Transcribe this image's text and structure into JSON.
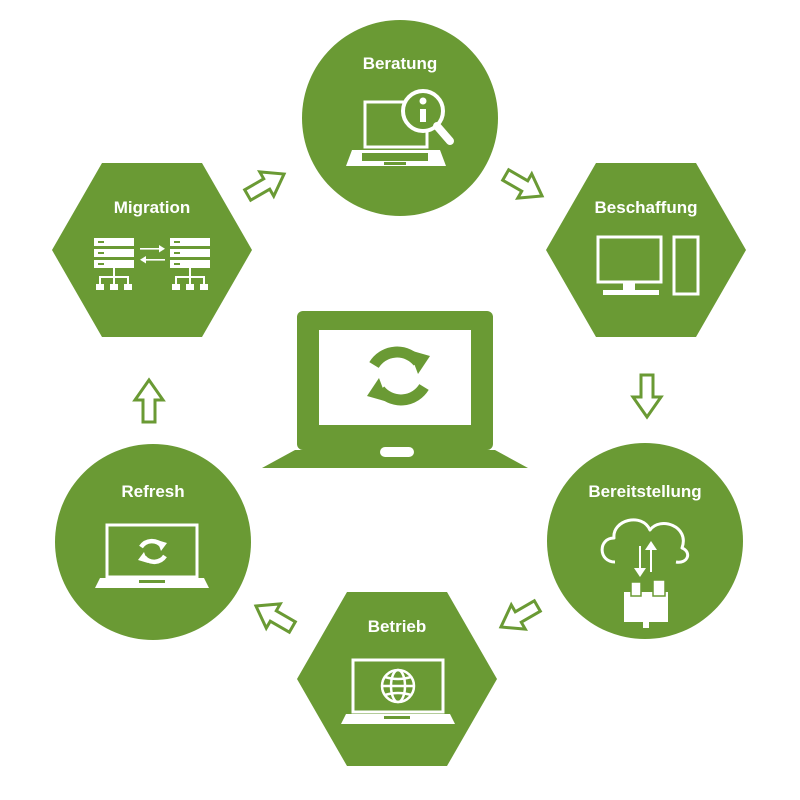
{
  "colors": {
    "primary_green": "#6a9a34",
    "white": "#ffffff"
  },
  "center": {
    "icon": "laptop-refresh-icon"
  },
  "nodes": [
    {
      "id": "beratung",
      "label": "Beratung",
      "shape": "circle",
      "icon": "laptop-info-search-icon"
    },
    {
      "id": "beschaffung",
      "label": "Beschaffung",
      "shape": "hexagon",
      "icon": "desktop-computer-icon"
    },
    {
      "id": "bereitstellung",
      "label": "Bereitstellung",
      "shape": "circle",
      "icon": "cloud-deploy-icon"
    },
    {
      "id": "betrieb",
      "label": "Betrieb",
      "shape": "hexagon",
      "icon": "laptop-globe-icon"
    },
    {
      "id": "refresh",
      "label": "Refresh",
      "shape": "circle",
      "icon": "laptop-refresh-icon"
    },
    {
      "id": "migration",
      "label": "Migration",
      "shape": "hexagon",
      "icon": "server-migration-icon"
    }
  ],
  "flow": [
    "beratung",
    "beschaffung",
    "bereitstellung",
    "betrieb",
    "refresh",
    "migration",
    "beratung"
  ]
}
